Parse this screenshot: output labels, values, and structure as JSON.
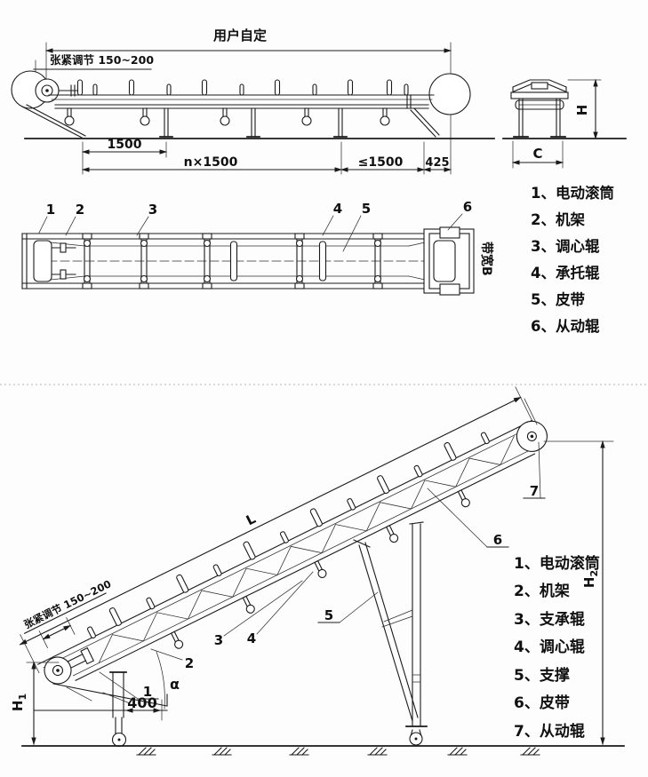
{
  "colors": {
    "ink": "#1a1a1a",
    "paper": "#ffffff",
    "separator": "#d9d9d9"
  },
  "figure_top": {
    "title_hint": "horizontal belt conveyor drawing",
    "dim_user_defined": "用户自定",
    "tension_label": "张紧调节 150~200",
    "dim_1500": "1500",
    "dim_n1500": "n×1500",
    "dim_le1500": "≤1500",
    "dim_425": "425",
    "dim_H": "H",
    "dim_C": "C",
    "belt_width": "带宽B",
    "callouts": [
      "1",
      "2",
      "3",
      "4",
      "5",
      "6"
    ],
    "legend": [
      "1、电动滚筒",
      "2、机架",
      "3、调心辊",
      "4、承托辊",
      "5、皮带",
      "6、从动辊"
    ]
  },
  "figure_bottom": {
    "title_hint": "inclined belt conveyor drawing",
    "tension_label": "张紧调节 150~200",
    "dim_L": "L",
    "dim_H1_base": "H",
    "dim_H1_sub": "1",
    "dim_H2_base": "H",
    "dim_H2_sub": "2",
    "dim_400": "400",
    "angle_alpha": "α",
    "callouts": [
      "1",
      "2",
      "3",
      "4",
      "5",
      "6",
      "7"
    ],
    "legend": [
      "1、电动滚筒",
      "2、机架",
      "3、支承辊",
      "4、调心辊",
      "5、支撑",
      "6、皮带",
      "7、从动辊"
    ]
  }
}
